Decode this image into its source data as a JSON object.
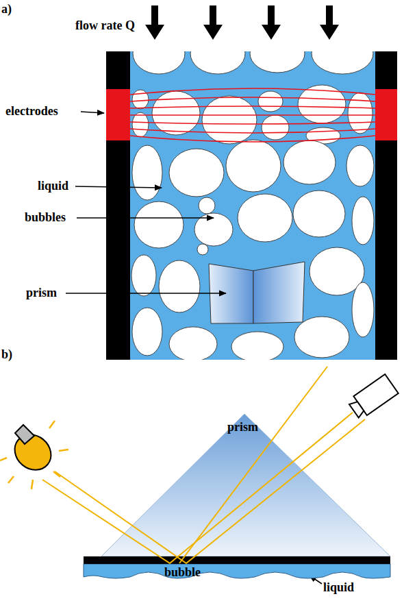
{
  "diagram": {
    "labels": [
      "a)",
      "flow rate Q",
      "electrodes",
      "liquid",
      "bubbles",
      "prism",
      "b)",
      "prism",
      "bubble",
      "liquid"
    ]
  }
}
